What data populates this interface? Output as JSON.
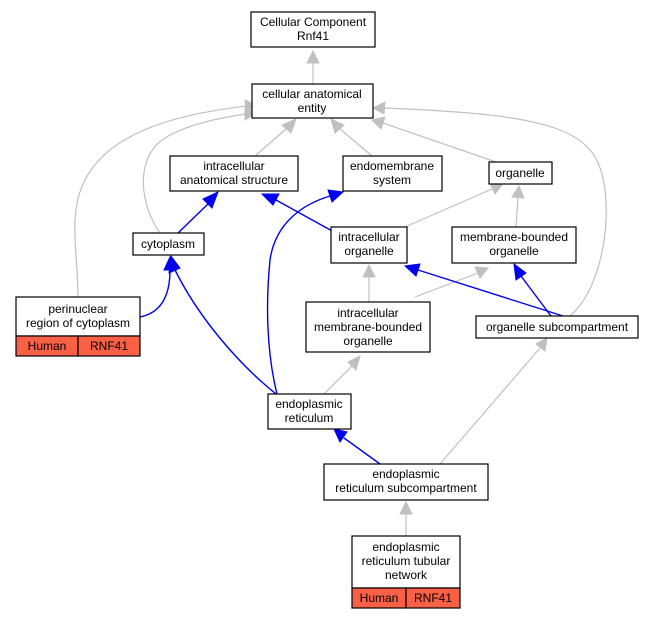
{
  "nodes": {
    "cellular_component": {
      "lines": [
        "Cellular Component",
        "Rnf41"
      ]
    },
    "cellular_anatomical_entity": {
      "lines": [
        "cellular anatomical",
        "entity"
      ]
    },
    "intracellular_anatomical_structure": {
      "lines": [
        "intracellular",
        "anatomical structure"
      ]
    },
    "endomembrane_system": {
      "lines": [
        "endomembrane",
        "system"
      ]
    },
    "organelle": {
      "lines": [
        "organelle"
      ]
    },
    "cytoplasm": {
      "lines": [
        "cytoplasm"
      ]
    },
    "intracellular_organelle": {
      "lines": [
        "intracellular",
        "organelle"
      ]
    },
    "membrane_bounded_organelle": {
      "lines": [
        "membrane-bounded",
        "organelle"
      ]
    },
    "perinuclear_region": {
      "lines": [
        "perinuclear",
        "region of cytoplasm"
      ],
      "badges": [
        "Human",
        "RNF41"
      ]
    },
    "intracellular_membrane_bounded_organelle": {
      "lines": [
        "intracellular",
        "membrane-bounded",
        "organelle"
      ]
    },
    "organelle_subcompartment": {
      "lines": [
        "organelle subcompartment"
      ]
    },
    "endoplasmic_reticulum": {
      "lines": [
        "endoplasmic",
        "reticulum"
      ]
    },
    "er_subcompartment": {
      "lines": [
        "endoplasmic",
        "reticulum subcompartment"
      ]
    },
    "er_tubular_network": {
      "lines": [
        "endoplasmic",
        "reticulum tubular",
        "network"
      ],
      "badges": [
        "Human",
        "RNF41"
      ]
    }
  },
  "colors": {
    "is_a_edge": "#c0c0c0",
    "part_of_edge": "#0000ee",
    "annotation_badge": "#f96045"
  }
}
